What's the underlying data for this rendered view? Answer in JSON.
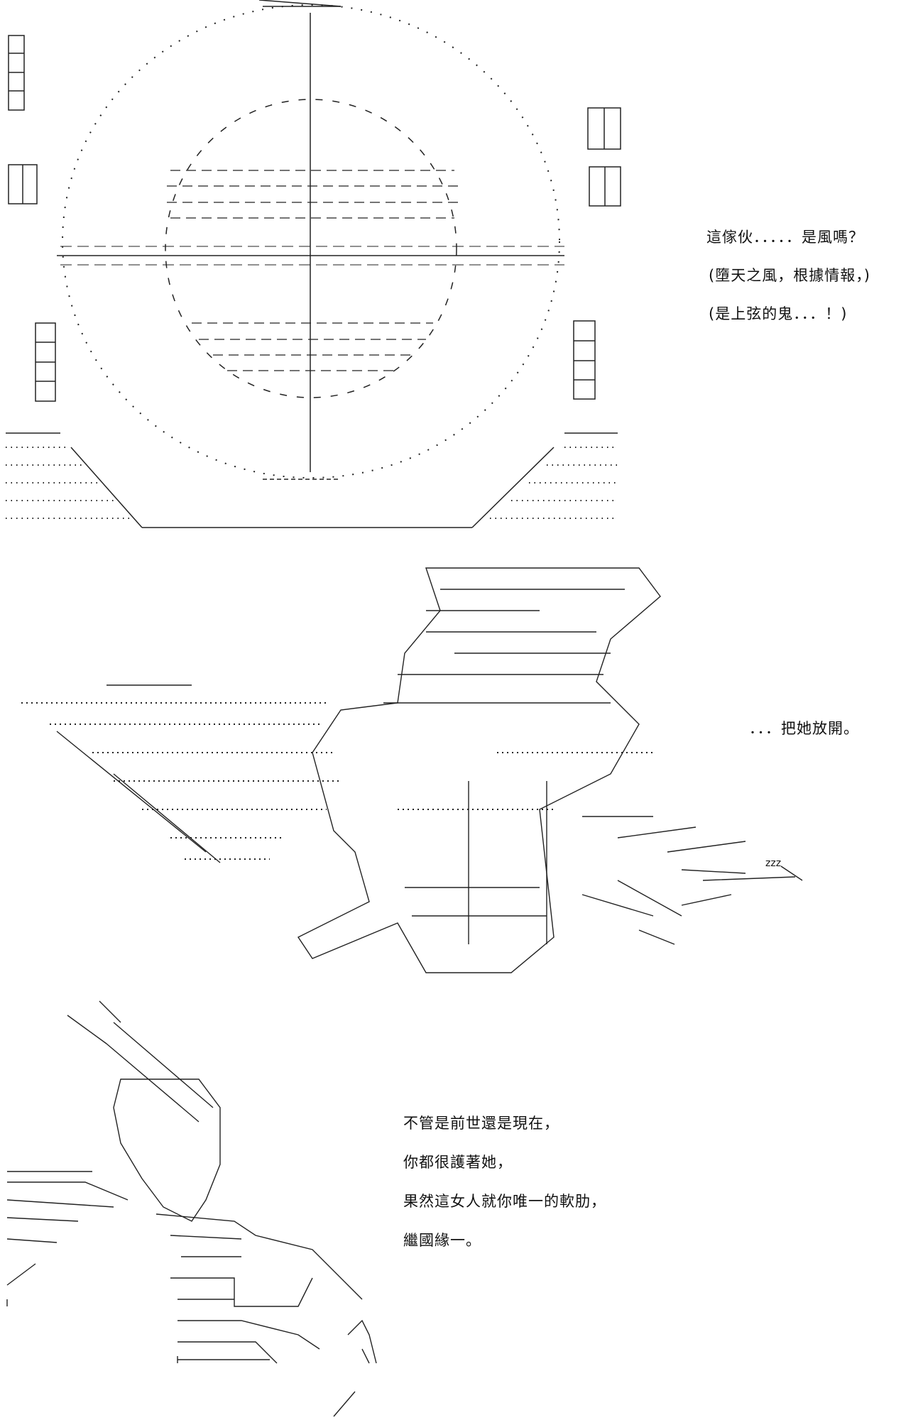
{
  "panel1": {
    "dialogue": [
      "這傢伙．．．．．是風嗎？",
      "(墮天之風，根據情報，)",
      "(是上弦的鬼．．．！)"
    ]
  },
  "panel2": {
    "dialogue": "．．．把她放開。",
    "sfx": "zzz"
  },
  "panel3": {
    "dialogue": [
      "不管是前世還是現在，",
      "你都很護著她，",
      "果然這女人就你唯一的軟肋，",
      "繼國緣一。"
    ]
  },
  "colors": {
    "ink": "#111111",
    "paper": "#ffffff"
  }
}
